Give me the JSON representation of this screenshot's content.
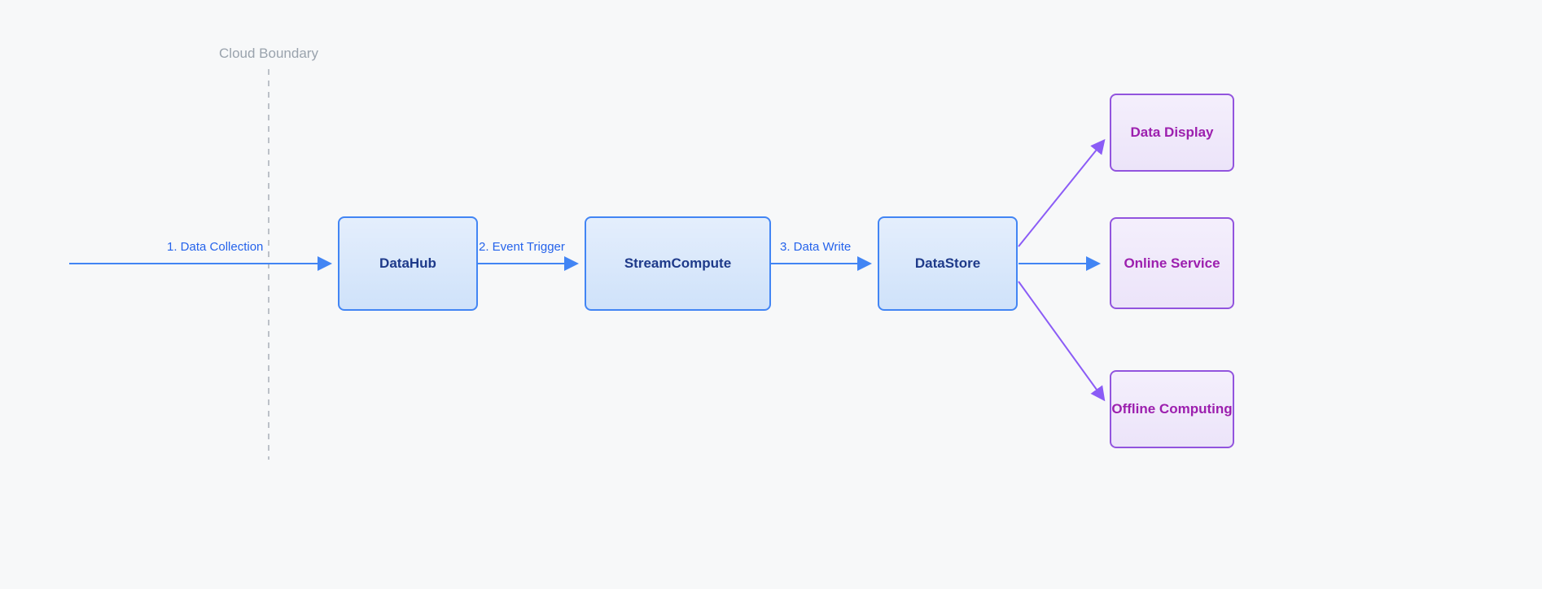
{
  "diagram": {
    "boundary": {
      "label": "Cloud Boundary"
    },
    "nodes": {
      "datahub": {
        "label": "DataHub"
      },
      "streamcompute": {
        "label": "StreamCompute"
      },
      "datastore": {
        "label": "DataStore"
      },
      "data_display": {
        "label": "Data Display"
      },
      "online_service": {
        "label": "Online Service"
      },
      "offline_computing": {
        "label": "Offline Computing"
      }
    },
    "edges": {
      "collection": {
        "label": "1. Data Collection"
      },
      "trigger": {
        "label": "2. Event Trigger"
      },
      "write": {
        "label": "3. Data Write"
      }
    },
    "colors": {
      "background": "#f7f8f9",
      "flow_arrow": "#4285f4",
      "branch_arrow": "#8b5cf6",
      "edge_label_text": "#2563eb",
      "blue_node_border": "#4285f4",
      "blue_node_text": "#1e3a8a",
      "purple_node_border": "#9254de",
      "purple_node_text": "#9c1fae",
      "boundary_line": "#bcc1c8",
      "boundary_text": "#9aa3ad"
    }
  }
}
